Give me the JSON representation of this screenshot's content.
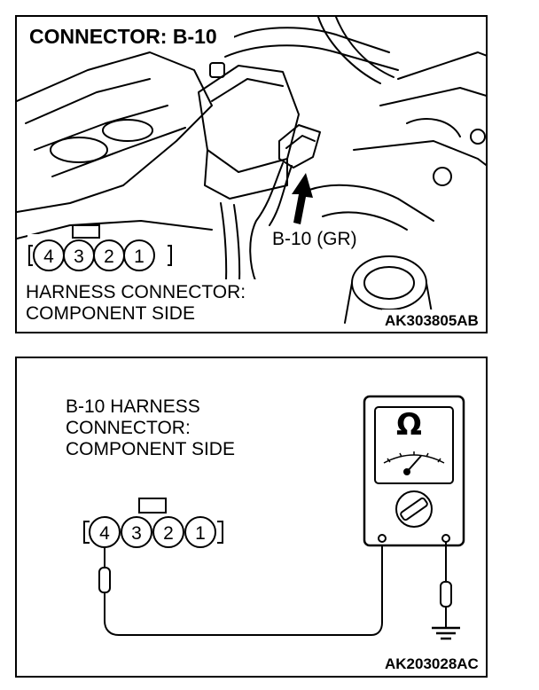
{
  "top_panel": {
    "title": "CONNECTOR: B-10",
    "connector_callout": "B-10 (GR)",
    "harness_label_line1": "HARNESS CONNECTOR:",
    "harness_label_line2": "COMPONENT SIDE",
    "figure_code": "AK303805AB",
    "pins": [
      "4",
      "3",
      "2",
      "1"
    ]
  },
  "bottom_panel": {
    "label_line1": "B-10 HARNESS",
    "label_line2": "CONNECTOR:",
    "label_line3": "COMPONENT SIDE",
    "meter_symbol": "Ω",
    "figure_code": "AK203028AC",
    "pins": [
      "4",
      "3",
      "2",
      "1"
    ],
    "probe_pin": "4"
  }
}
